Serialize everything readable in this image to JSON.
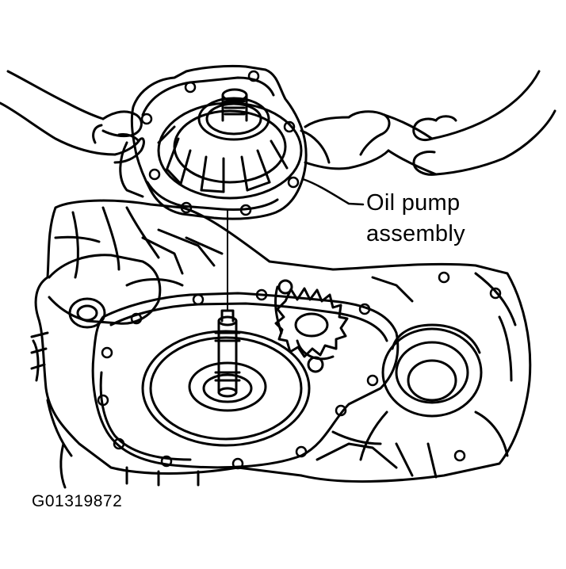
{
  "diagram": {
    "callout": {
      "line1": "Oil pump",
      "line2": "assembly"
    },
    "figure_id": "G01319872",
    "colors": {
      "ink": "#000000",
      "paper": "#ffffff"
    }
  }
}
